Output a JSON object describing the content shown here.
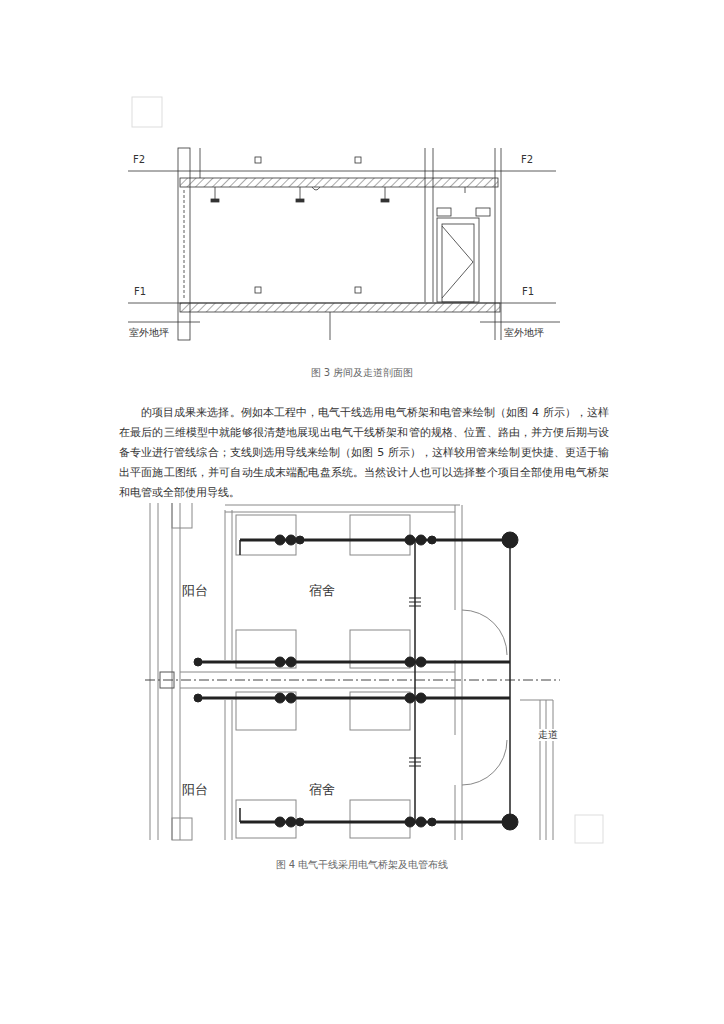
{
  "diagram": {
    "labels": [
      "F2",
      "F2",
      "F1",
      "F1",
      "室外地坪",
      "室外地坪",
      "图 3 房间及走道剖面图",
      "的项目成果来选择。例如本工程中，电气干线选用电气桥架和电管来绘制（如图 4 所示），这样在最后的三维模型中就能够很清楚地展现出电气干线桥架和管的规格、位置、路由，并方便后期与设备专业进行管线综合；支线则选用导线来绘制（如图 5 所示），这样较用管来绘制更快捷、更适于输出平面施工图纸，并可自动生成末端配电盘系统。当然设计人也可以选择整个项目全部使用电气桥架和电管或全部使用导线。",
      "阳台",
      "宿舍",
      "阳台",
      "宿舍",
      "走道",
      "图 4 电气干线采用电气桥架及电管布线"
    ]
  }
}
